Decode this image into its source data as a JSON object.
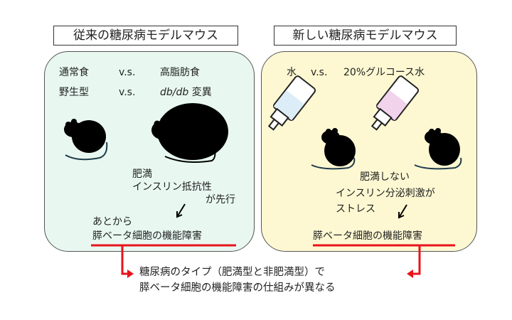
{
  "left": {
    "title": "従来の糖尿病モデルマウス",
    "row1": {
      "a": "通常食",
      "vs": "v.s.",
      "b": "高脂肪食"
    },
    "row2": {
      "a": "野生型",
      "vs": "v.s.",
      "b_italic": "db/db",
      "b_rest": "変異"
    },
    "note1": "肥満",
    "note2": "インスリン抵抗性",
    "note3": "が先行",
    "result_pre": "あとから",
    "result": "膵ベータ細胞の機能障害",
    "bg_color": "#e8f8f1"
  },
  "right": {
    "title": "新しい糖尿病モデルマウス",
    "row1": {
      "a": "水",
      "vs": "v.s.",
      "b": "20%グルコース水"
    },
    "note1": "肥満しない",
    "note2": "インスリン分泌刺激が",
    "note3": "ストレス",
    "result": "膵ベータ細胞の機能障害",
    "bg_color": "#fdf8d2"
  },
  "conclusion": {
    "line1": "糖尿病のタイプ（肥満型と非肥満型）で",
    "line2": "膵ベータ細胞の機能障害の仕組みが異なる"
  },
  "colors": {
    "accent": "#e8141b",
    "water": "#dcedf7",
    "glucose": "#f1d3ec"
  }
}
